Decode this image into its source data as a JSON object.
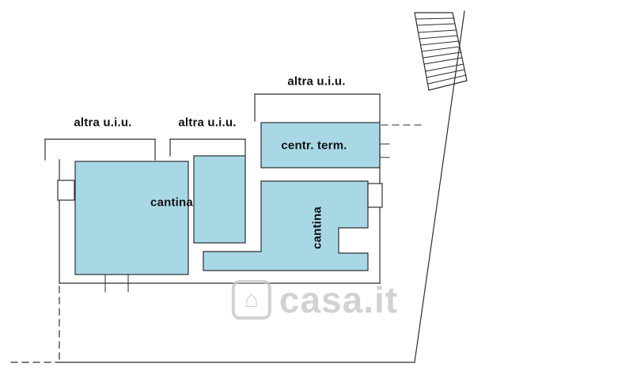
{
  "floorplan": {
    "rooms": {
      "altra_uiu_left": "altra u.i.u.",
      "altra_uiu_mid": "altra u.i.u.",
      "altra_uiu_top": "altra u.i.u.",
      "centr_term": "centr. term.",
      "cantina_left": "cantina",
      "cantina_right": "cantina"
    },
    "watermark": {
      "icon": "⌂",
      "text": "casa.it"
    },
    "colors": {
      "room_fill": "#a8d8e6",
      "wall_line": "#2e2e2e",
      "watermark_gray": "#c8c8c8",
      "background": "#ffffff"
    }
  }
}
